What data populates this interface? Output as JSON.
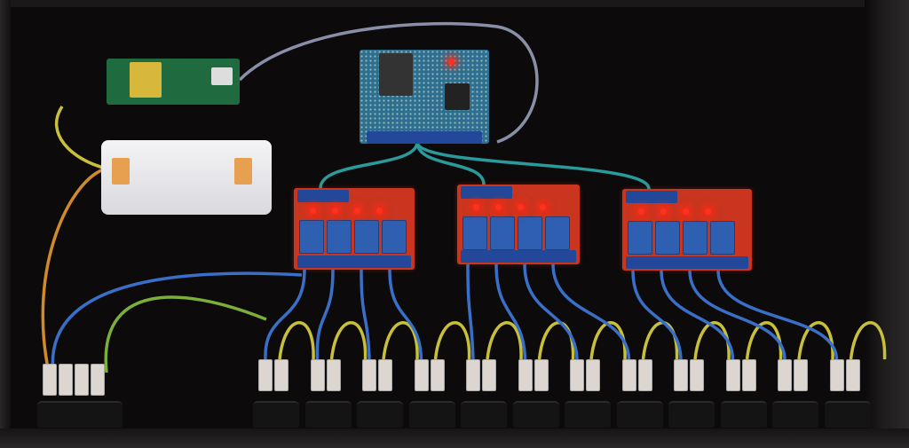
{
  "scene": {
    "subject": "relay-control-box",
    "relay_boards": 3,
    "relays_per_board": 4,
    "outlets": 12,
    "colors": {
      "background": "#0c0a0b",
      "relay_board": "#c9351f",
      "relay": "#2f5fb0",
      "wire_blue": "#3a6fc8",
      "wire_yellow_green": "#c8c03a",
      "led": "#ff3020"
    }
  }
}
